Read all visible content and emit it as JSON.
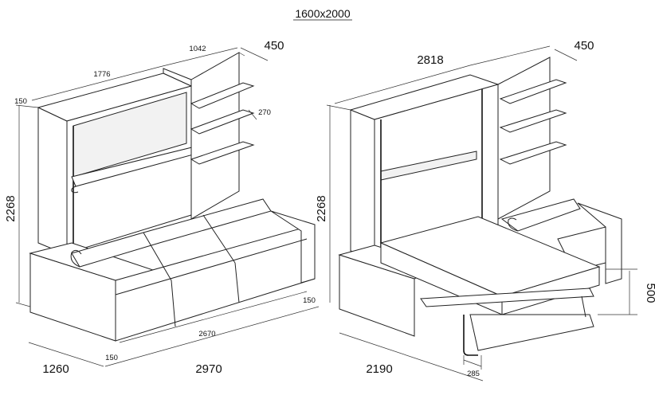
{
  "title": "1600x2000",
  "left_view": {
    "dims": {
      "height": "2268",
      "top_width": "1776",
      "shelf_width": "1042",
      "shelf_depth": "450",
      "shelf_gap": "270",
      "side_thickness": "150",
      "sofa_depth": "1260",
      "sofa_inner_width": "2670",
      "sofa_total_width": "2970",
      "arm_left": "150",
      "arm_right": "150"
    }
  },
  "right_view": {
    "dims": {
      "top_width": "2818",
      "shelf_depth": "450",
      "height": "2268",
      "bed_height": "500",
      "bed_depth": "2190",
      "leg_depth": "285"
    }
  }
}
